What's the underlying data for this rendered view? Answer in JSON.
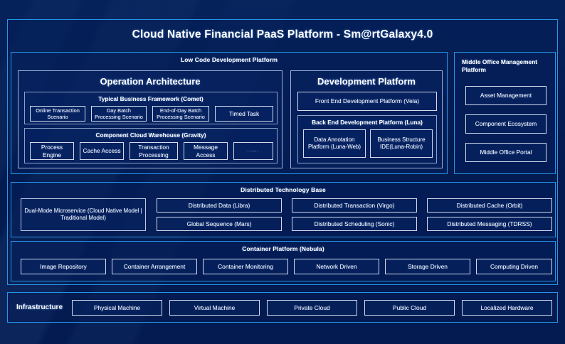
{
  "page": {
    "title": "Cloud Native Financial PaaS Platform - Sm@rtGalaxy4.0",
    "accent_border": "#2596e8",
    "background": "#031b50",
    "chip_border": "#cfdcee"
  },
  "low_code": {
    "title": "Low Code Development Platform",
    "operation_architecture": {
      "title": "Operation Architecture",
      "comet": {
        "title": "Typical Business Framework (Comet)",
        "items": [
          "Online Transaction Scenario",
          "Day Batch Processing Scenario",
          "End-of-Day Batch Processing Scenario",
          "Timed Task"
        ]
      },
      "gravity": {
        "title": "Component Cloud Warehouse (Gravity)",
        "items": [
          "Process Engine",
          "Cache Access",
          "Transaction Processing",
          "Message Access",
          "......"
        ]
      }
    },
    "development_platform": {
      "title": "Development Platform",
      "front_end": "Front End Development Platform (Vela)",
      "back_end": {
        "title": "Back End Development Platform (Luna)",
        "items": [
          "Data Annotation Platform (Luna-Web)",
          "Business Structure IDE(Luna-Robin)"
        ]
      }
    }
  },
  "middle_office": {
    "title": "Middle Office Management Platform",
    "items": [
      "Asset Management",
      "Component Ecosystem",
      "Middle Office Portal"
    ]
  },
  "distributed_base": {
    "title": "Distributed Technology Base",
    "dual_mode": "Dual-Mode Microservice (Cloud Native Model | Traditional Model)",
    "row_top": [
      "Distributed Data (Libra)",
      "Distributed Transaction (Virgo)",
      "Distributed Cache (Orbit)"
    ],
    "row_bottom": [
      "Global Sequence (Mars)",
      "Distributed Scheduling (Sonic)",
      "Distributed Messaging (TDRSS)"
    ]
  },
  "container_platform": {
    "title": "Container Platform (Nebula)",
    "items": [
      "Image Repository",
      "Container Arrangement",
      "Container Monitoring",
      "Network Driven",
      "Storage Driven",
      "Computing Driven"
    ]
  },
  "infrastructure": {
    "label": "Infrastructure",
    "items": [
      "Physical Machine",
      "Virtual Machine",
      "Private Cloud",
      "Public Cloud",
      "Localized Hardware"
    ]
  }
}
